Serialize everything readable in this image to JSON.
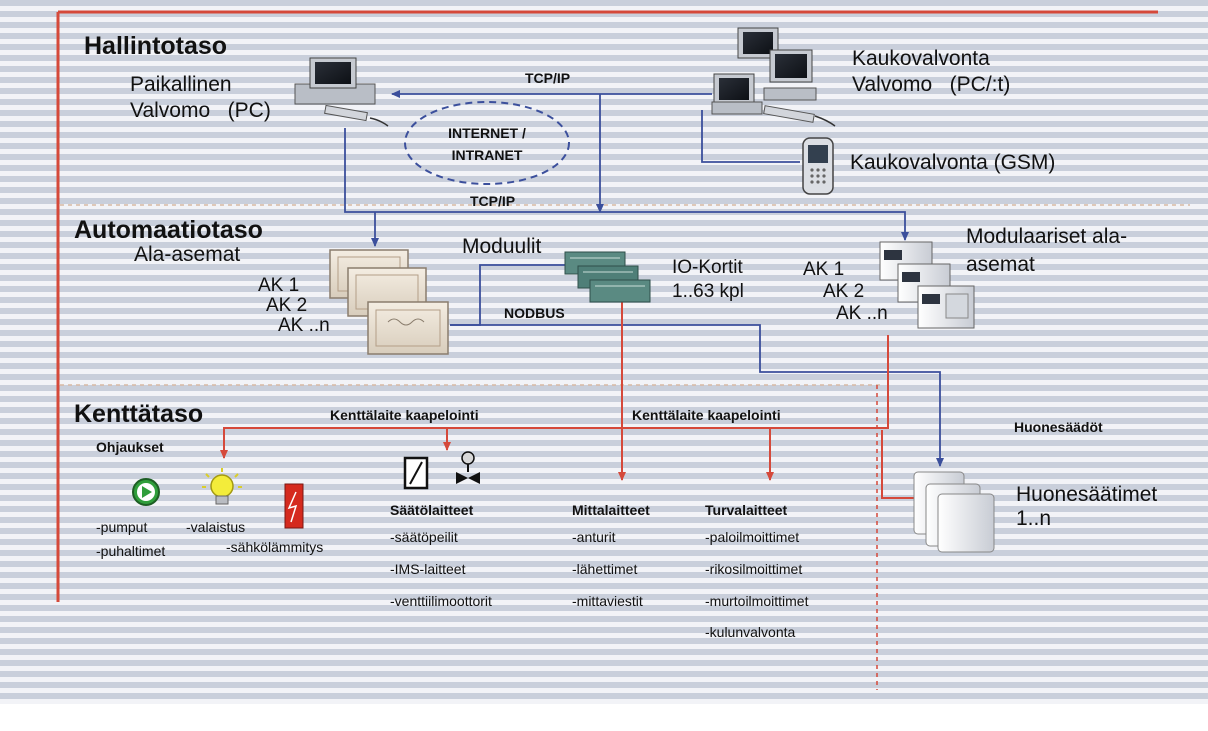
{
  "levels": {
    "admin": "Hallintotaso",
    "automation": "Automaatiotaso",
    "field": "Kenttätaso"
  },
  "admin": {
    "local_station": [
      "Paikallinen",
      "Valvomo   (PC)"
    ],
    "remote_station": [
      "Kaukovalvonta",
      "Valvomo   (PC/:t)"
    ],
    "remote_gsm": "Kaukovalvonta (GSM)",
    "tcp_top": "TCP/IP",
    "tcp_bottom": "TCP/IP",
    "cloud": [
      "INTERNET /",
      "INTRANET"
    ]
  },
  "automation": {
    "substations": "Ala-asemat",
    "ak_left": [
      "AK 1",
      "AK 2",
      "AK ..n"
    ],
    "modules": "Moduulit",
    "io_cards": [
      "IO-Kortit",
      "1..63 kpl"
    ],
    "modbus": "NODBUS",
    "modular_title": [
      "Modulaariset ala-",
      "asemat"
    ],
    "ak_right": [
      "AK 1",
      "AK 2",
      "AK ..n"
    ]
  },
  "field": {
    "cabling_left": "Kenttälaite kaapelointi",
    "cabling_right": "Kenttälaite kaapelointi",
    "room_controls": "Huonesäädöt",
    "controls_title": "Ohjaukset",
    "pumps": "-pumput",
    "fans": "-puhaltimet",
    "lighting": "-valaistus",
    "heating": "-sähkölämmitys",
    "regulators": {
      "title": "Säätölaitteet",
      "items": [
        "-säätöpeilit",
        "-IMS-laitteet",
        "-venttiilimoottorit"
      ]
    },
    "measuring": {
      "title": "Mittalaitteet",
      "items": [
        "-anturit",
        "-lähettimet",
        "-mittaviestit"
      ]
    },
    "safety": {
      "title": "Turvalaitteet",
      "items": [
        "-paloilmoittimet",
        "-rikosilmoittimet",
        "-murtoilmoittimet",
        "-kulunvalvonta"
      ]
    },
    "room_controllers": [
      "Huonesäätimet",
      "1..n"
    ]
  },
  "colors": {
    "red_line": "#d5493a",
    "blue_line": "#3b4f9c",
    "stripe_dark": "#c9cfdb",
    "stripe_light": "#f2f3f7"
  },
  "icons": [
    "desktop-computer-icon",
    "mobile-phone-icon",
    "substation-panel-icon",
    "io-module-card-icon",
    "pump-icon",
    "light-bulb-icon",
    "electric-heater-icon",
    "thermostat-icon",
    "valve-actuator-icon",
    "room-controller-icon"
  ]
}
